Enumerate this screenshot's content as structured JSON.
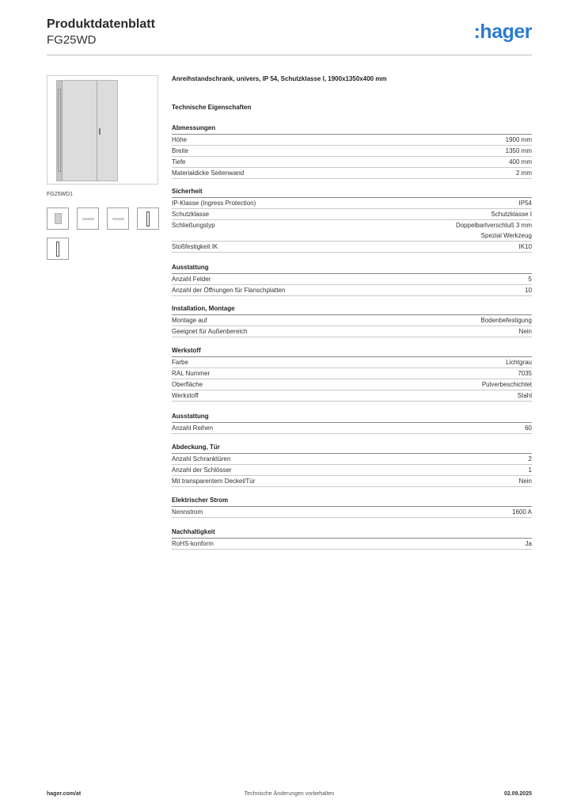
{
  "header": {
    "title": "Produktdatenblatt",
    "code": "FG25WD",
    "logo": ":hager"
  },
  "image": {
    "caption": "FG25WD1"
  },
  "product": {
    "description": "Anreihstandschrank, univers, IP 54, Schutzklasse I, 1900x1350x400 mm"
  },
  "tech_heading": "Technische Eigenschaften",
  "sections": [
    {
      "title": "Abmessungen",
      "rows": [
        {
          "label": "Höhe",
          "value": "1900 mm"
        },
        {
          "label": "Breite",
          "value": "1350 mm"
        },
        {
          "label": "Tiefe",
          "value": "400 mm"
        },
        {
          "label": "Materialdicke Seitenwand",
          "value": "2 mm"
        }
      ]
    },
    {
      "title": "Sicherheit",
      "rows": [
        {
          "label": "IP-Klasse (Ingress Protection)",
          "value": "IP54"
        },
        {
          "label": "Schutzklasse",
          "value": "Schutzklasse I"
        },
        {
          "label": "Schließungstyp",
          "value": "Doppelbartverschluß 3 mm",
          "value2": "Spezial Werkzeug"
        },
        {
          "label": "Stoßfestigkeit IK",
          "value": "IK10"
        }
      ]
    },
    {
      "title": "Ausstattung",
      "rows": [
        {
          "label": "Anzahl Felder",
          "value": "5"
        },
        {
          "label": "Anzahl der Öffnungen für Flanschplatten",
          "value": "10"
        }
      ]
    },
    {
      "title": "Installation, Montage",
      "rows": [
        {
          "label": "Montage auf",
          "value": "Bodenbefestigung"
        },
        {
          "label": "Geeignet für Außenbereich",
          "value": "Nein"
        }
      ]
    },
    {
      "title": "Werkstoff",
      "rows": [
        {
          "label": "Farbe",
          "value": "Lichtgrau"
        },
        {
          "label": "RAL Nummer",
          "value": "7035"
        },
        {
          "label": "Oberfläche",
          "value": "Pulverbeschichtet"
        },
        {
          "label": "Werkstoff",
          "value": "Stahl"
        }
      ]
    },
    {
      "title": "Ausstattung",
      "rows": [
        {
          "label": "Anzahl Reihen",
          "value": "60"
        }
      ]
    },
    {
      "title": "Abdeckung, Tür",
      "rows": [
        {
          "label": "Anzahl Schranktüren",
          "value": "2"
        },
        {
          "label": "Anzahl der Schlösser",
          "value": "1"
        },
        {
          "label": "Mit transparentem Deckel/Tür",
          "value": "Nein"
        }
      ]
    },
    {
      "title": "Elektrischer Strom",
      "rows": [
        {
          "label": "Nennstrom",
          "value": "1600 A"
        }
      ]
    },
    {
      "title": "Nachhaltigkeit",
      "rows": [
        {
          "label": "RoHS-konform",
          "value": "Ja"
        }
      ]
    }
  ],
  "footer": {
    "left": "hager.com/at",
    "center": "Technische Änderungen vorbehalten",
    "right": "02.09.2025"
  }
}
